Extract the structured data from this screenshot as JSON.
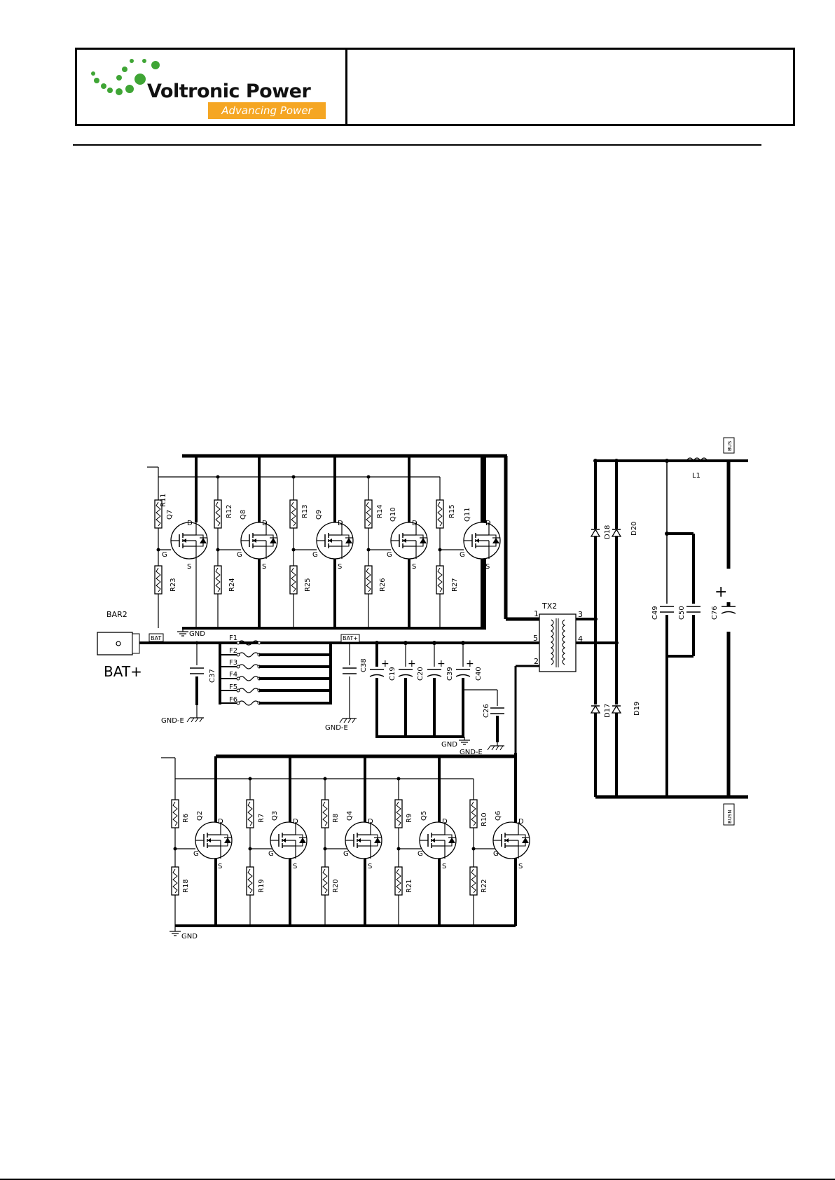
{
  "header": {
    "brand_name": "Voltronic Power",
    "tagline": "Advancing Power",
    "brand_colors": {
      "dots": "#3fa535",
      "tagline_bg": "#f5a623",
      "text": "#111111"
    }
  },
  "schematic": {
    "connectors": {
      "bar": "BAR2",
      "bat_plus": "BAT+",
      "bat_tag": "BAT",
      "bat_plus_tag": "BAT+",
      "bus": "BUS",
      "busn": "BUSN"
    },
    "grounds": {
      "gnd": "GND",
      "gnd_e": "GND-E"
    },
    "transformer": {
      "name": "TX2",
      "pins": [
        "1",
        "2",
        "3",
        "4",
        "5"
      ]
    },
    "inductor": "L1",
    "upper_mosfets": [
      {
        "q": "Q7",
        "r_gate": "R11",
        "r_source": "R23"
      },
      {
        "q": "Q8",
        "r_gate": "R12",
        "r_source": "R24"
      },
      {
        "q": "Q9",
        "r_gate": "R13",
        "r_source": "R25"
      },
      {
        "q": "Q10",
        "r_gate": "R14",
        "r_source": "R26"
      },
      {
        "q": "Q11",
        "r_gate": "R15",
        "r_source": "R27"
      }
    ],
    "lower_mosfets": [
      {
        "q": "Q2",
        "r_gate": "R6",
        "r_source": "R18"
      },
      {
        "q": "Q3",
        "r_gate": "R7",
        "r_source": "R19"
      },
      {
        "q": "Q4",
        "r_gate": "R8",
        "r_source": "R20"
      },
      {
        "q": "Q5",
        "r_gate": "R9",
        "r_source": "R21"
      },
      {
        "q": "Q6",
        "r_gate": "R10",
        "r_source": "R22"
      }
    ],
    "pin_letters": {
      "d": "D",
      "g": "G",
      "s": "S"
    },
    "fuses": [
      "F1",
      "F2",
      "F3",
      "F4",
      "F5",
      "F6"
    ],
    "capacitors": [
      "C37",
      "C38",
      "C19",
      "C20",
      "C39",
      "C40",
      "C26",
      "C49",
      "C50",
      "C76"
    ],
    "diodes": [
      "D18",
      "D20",
      "D17",
      "D19"
    ],
    "plus": "+"
  }
}
